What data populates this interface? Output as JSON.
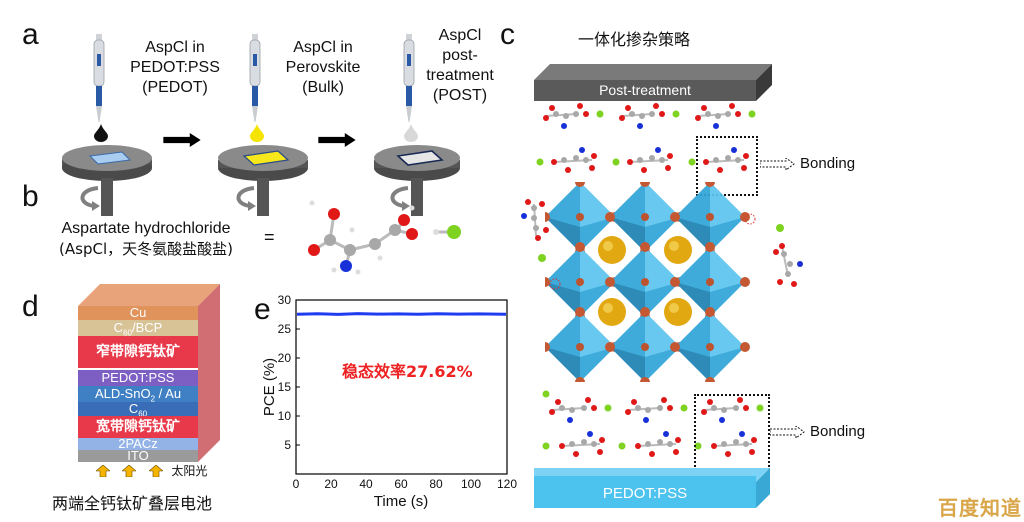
{
  "panels": {
    "a": {
      "letter": "a",
      "steps": [
        {
          "line1": "AspCl in",
          "line2": "PEDOT:PSS",
          "line3": "(PEDOT)",
          "drop_color": "#111111",
          "substrate_color": "#a9cdf0"
        },
        {
          "line1": "AspCl in",
          "line2": "Perovskite",
          "line3": "(Bulk)",
          "drop_color": "#f5e400",
          "substrate_color": "#f7e81c"
        },
        {
          "line1": "AspCl",
          "line2": "post-",
          "line3": "treatment",
          "line4": "(POST)",
          "drop_color": "#d8d8d8",
          "substrate_color": "#e6e6e6"
        }
      ]
    },
    "b": {
      "letter": "b",
      "name_en": "Aspartate hydrochloride",
      "name_paren": "(AspCl，天冬氨酸盐酸盐)",
      "equals": "="
    },
    "c": {
      "letter": "c",
      "title": "一体化掺杂策略",
      "top_slab": "Post-treatment",
      "bottom_slab": "PEDOT:PSS",
      "bonding_top": "Bonding",
      "bonding_bottom": "Bonding"
    },
    "d": {
      "letter": "d",
      "layers": [
        {
          "label": "Cu",
          "color": "#e0935a"
        },
        {
          "label": "C60/BCP",
          "color": "#d8c397"
        },
        {
          "label": "窄带隙钙钛矿",
          "color": "#e8394a"
        },
        {
          "label": "PEDOT:PSS",
          "color": "#7d5fc4"
        },
        {
          "label": "ALD-SnO2 / Au",
          "color": "#3f7fc4"
        },
        {
          "label": "C60",
          "color": "#3a6db8"
        },
        {
          "label": "宽带隙钙钛矿",
          "color": "#e8394a"
        },
        {
          "label": "2PACz",
          "color": "#93b3e6"
        },
        {
          "label": "ITO",
          "color": "#9a9a9a"
        }
      ],
      "sunlight_label": "太阳光",
      "caption": "两端全钙钛矿叠层电池"
    },
    "e": {
      "letter": "e",
      "annotation": "稳态效率27.62%"
    }
  },
  "watermark": "百度知道",
  "chart_data": {
    "type": "line",
    "title": "",
    "xlabel": "Time (s)",
    "ylabel": "PCE (%)",
    "xlim": [
      0,
      120
    ],
    "ylim": [
      0,
      30
    ],
    "xticks": [
      0,
      20,
      40,
      60,
      80,
      100,
      120
    ],
    "yticks": [
      5,
      10,
      15,
      20,
      25,
      30
    ],
    "series": [
      {
        "name": "PCE",
        "color": "#1f3cf0",
        "x": [
          0,
          10,
          20,
          30,
          40,
          50,
          60,
          70,
          80,
          90,
          100,
          110,
          120
        ],
        "values": [
          27.6,
          27.6,
          27.62,
          27.65,
          27.63,
          27.62,
          27.62,
          27.63,
          27.62,
          27.61,
          27.62,
          27.6,
          27.6
        ]
      }
    ],
    "annotations": [
      "稳态效率27.62%"
    ],
    "grid": false,
    "legend": "none"
  }
}
